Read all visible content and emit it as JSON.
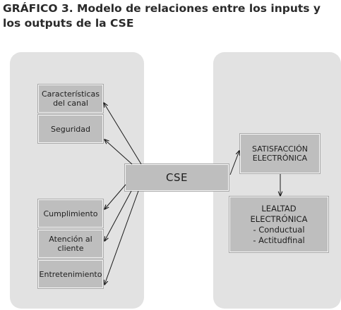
{
  "title": "GRÁFICO 3. Modelo de relaciones entre los inputs y los outputs de la CSE",
  "inputs": [
    {
      "lines": [
        "Características",
        "del canal"
      ]
    },
    {
      "lines": [
        "Seguridad"
      ]
    },
    {
      "lines": [
        "Cumplimiento"
      ]
    },
    {
      "lines": [
        "Atención al",
        "cliente"
      ]
    },
    {
      "lines": [
        "Entretenimiento"
      ]
    }
  ],
  "center": {
    "label": "CSE"
  },
  "outputs": {
    "satisfaccion": {
      "lines": [
        "SATISFACCIÓN",
        "ELECTRÓNICA"
      ]
    },
    "lealtad": {
      "lines": [
        "LEALTAD",
        "ELECTRÓNICA",
        "- Conductual",
        "- Actitudfinal"
      ]
    }
  },
  "colors": {
    "panel": "#e2e2e2",
    "box": "#bebebe",
    "arrow": "#1a1a1a"
  }
}
